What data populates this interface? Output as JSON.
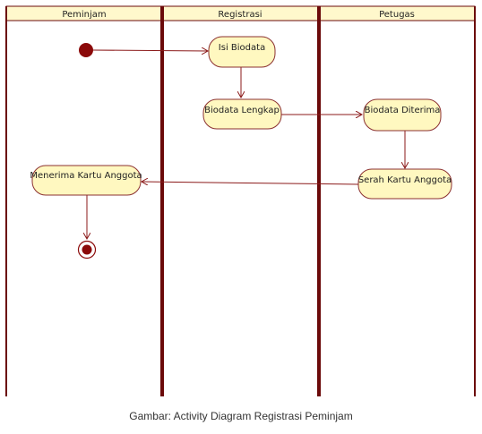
{
  "lanes": [
    {
      "id": "peminjam",
      "title": "Peminjam"
    },
    {
      "id": "registrasi",
      "title": "Registrasi"
    },
    {
      "id": "petugas",
      "title": "Petugas"
    }
  ],
  "nodes": [
    {
      "id": "isi-biodata",
      "label": "Isi Biodata",
      "lane": "registrasi"
    },
    {
      "id": "biodata-lengkap",
      "label": "Biodata Lengkap",
      "lane": "registrasi"
    },
    {
      "id": "biodata-diterima",
      "label": "Biodata Diterima",
      "lane": "petugas"
    },
    {
      "id": "serah-kartu-anggota",
      "label": "Serah Kartu Anggota",
      "lane": "petugas"
    },
    {
      "id": "menerima-kartu-anggota",
      "label": "Menerima Kartu Anggota",
      "lane": "peminjam"
    }
  ],
  "edges": [
    {
      "from": "start",
      "to": "isi-biodata"
    },
    {
      "from": "isi-biodata",
      "to": "biodata-lengkap"
    },
    {
      "from": "biodata-lengkap",
      "to": "biodata-diterima"
    },
    {
      "from": "biodata-diterima",
      "to": "serah-kartu-anggota"
    },
    {
      "from": "serah-kartu-anggota",
      "to": "menerima-kartu-anggota"
    },
    {
      "from": "menerima-kartu-anggota",
      "to": "end"
    }
  ],
  "caption": "Gambar: Activity Diagram Registrasi Peminjam",
  "colors": {
    "lane_border": "#6b0a0a",
    "header_fill": "#fff8cc",
    "node_fill": "#fff8c0",
    "node_stroke": "#8b3030",
    "edge": "#8b1a1a",
    "start_fill": "#8b0a0a"
  }
}
